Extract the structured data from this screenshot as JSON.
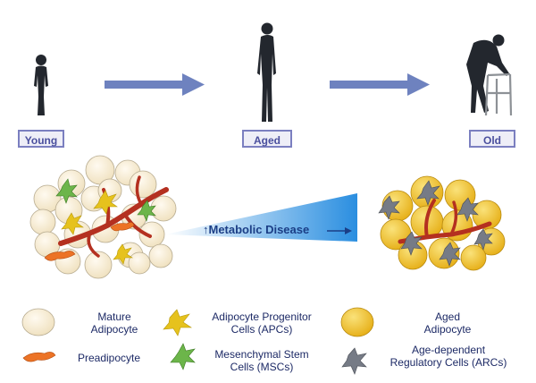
{
  "stages": [
    {
      "label": "Young"
    },
    {
      "label": "Aged"
    },
    {
      "label": "Old"
    }
  ],
  "center_label": {
    "arrow": "↑",
    "text": "Metabolic Disease"
  },
  "legend": [
    {
      "label": "Mature\nAdipocyte",
      "icon": "mature-adipocyte-icon"
    },
    {
      "label": "Preadipocyte",
      "icon": "preadipocyte-icon"
    },
    {
      "label": "Adipocyte Progenitor\nCells (APCs)",
      "icon": "apc-icon"
    },
    {
      "label": "Mesenchymal Stem\nCells (MSCs)",
      "icon": "msc-icon"
    },
    {
      "label": "Aged\nAdipocyte",
      "icon": "aged-adipocyte-icon"
    },
    {
      "label": "Age-dependent\nRegulatory Cells (ARCs)",
      "icon": "arc-icon"
    }
  ],
  "colors": {
    "stage_border": "#7b7fc0",
    "stage_fill": "#eeeef7",
    "stage_text": "#4a4f9e",
    "arrow": "#6e82bf",
    "mature_adipocyte": "#f8efd9",
    "aged_adipocyte": "#f3c532",
    "vessel": "#b43020",
    "preadipocyte": "#ec7326",
    "apc": "#e6c21d",
    "msc": "#6cb54a",
    "arc": "#767b86",
    "legend_text": "#1d2a66",
    "metabolic_text": "#1b3e86"
  }
}
